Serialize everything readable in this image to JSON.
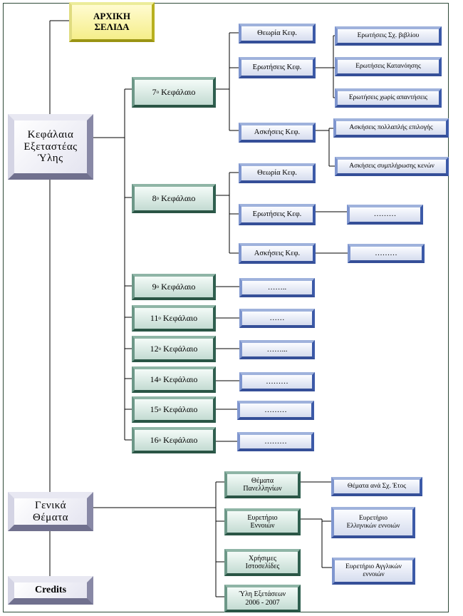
{
  "home": {
    "line1": "ΑΡΧΙΚΗ",
    "line2": "ΣΕΛΙΔΑ"
  },
  "chapters_root": {
    "line1": "Κεφάλαια",
    "line2": "Εξεταστέας",
    "line3": "Ύλης"
  },
  "general_root": {
    "line1": "Γενικά",
    "line2": "Θέματα"
  },
  "credits": "Credits",
  "chapters": [
    {
      "num": "7",
      "sup": "ο",
      "label": " Κεφάλαιο"
    },
    {
      "num": "8",
      "sup": "ο",
      "label": " Κεφάλαιο"
    },
    {
      "num": "9",
      "sup": "ο",
      "label": " Κεφάλαιο"
    },
    {
      "num": "11",
      "sup": "ο",
      "label": " Κεφάλαιο"
    },
    {
      "num": "12",
      "sup": "ο",
      "label": " Κεφάλαιο"
    },
    {
      "num": "14",
      "sup": "ο",
      "label": " Κεφάλαιο"
    },
    {
      "num": "15",
      "sup": "ο",
      "label": " Κεφάλαιο"
    },
    {
      "num": "16",
      "sup": "ο",
      "label": " Κεφάλαιο"
    }
  ],
  "ch7": {
    "theory": "Θεωρία Κεφ.",
    "questions": "Ερωτήσεις Κεφ.",
    "exercises": "Ασκήσεις Κεφ.",
    "q_book": "Ερωτήσεις Σχ. βιβλίου",
    "q_understanding": "Ερωτήσεις Κατανόησης",
    "q_no_answers": "Ερωτήσεις χωρίς απαντήσεις",
    "ex_multiple": "Ασκήσεις πολλαπλής επιλογής",
    "ex_fill": "Ασκήσεις συμπλήρωσης κενών"
  },
  "ch8": {
    "theory": "Θεωρία Κεφ.",
    "questions": "Ερωτήσεις Κεφ.",
    "exercises": "Ασκήσεις Κεφ.",
    "q_dots": "………",
    "ex_dots": "………"
  },
  "chapter_dots": [
    "……..",
    "……",
    "……...",
    "………",
    "………",
    "………"
  ],
  "general": {
    "panhellenic_1": "Θέματα",
    "panhellenic_2": "Πανελληνίων",
    "index_1": "Ευρετήριο",
    "index_2": "Εννοιών",
    "useful_1": "Χρήσιμες",
    "useful_2": "Ιστοσελίδες",
    "syllabus_1": "Ύλη Εξετάσεων",
    "syllabus_2": "2006 - 2007",
    "topics_by_year": "Θέματα ανά Σχ. Έτος",
    "greek_index_1": "Ευρετήριο",
    "greek_index_2": "Ελληνικών εννοιών",
    "english_index_1": "Ευρετήριο Αγγλικών",
    "english_index_2": "εννοιών"
  }
}
